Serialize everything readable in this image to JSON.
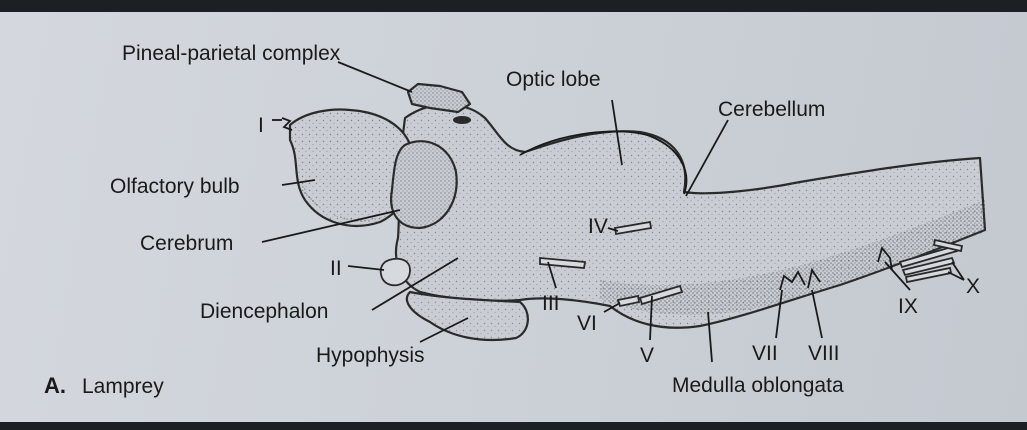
{
  "caption": {
    "letter": "A.",
    "text": "Lamprey"
  },
  "labels": {
    "pineal": "Pineal-parietal complex",
    "optic_lobe": "Optic lobe",
    "cerebellum": "Cerebellum",
    "nerve_I": "I",
    "olfactory_bulb": "Olfactory bulb",
    "cerebrum": "Cerebrum",
    "nerve_II": "II",
    "diencephalon": "Diencephalon",
    "hypophysis": "Hypophysis",
    "nerve_III": "III",
    "nerve_IV": "IV",
    "nerve_V": "V",
    "nerve_VI": "VI",
    "nerve_VII": "VII",
    "nerve_VIII": "VIII",
    "nerve_IX": "IX",
    "nerve_X": "X",
    "medulla": "Medulla oblongata"
  }
}
